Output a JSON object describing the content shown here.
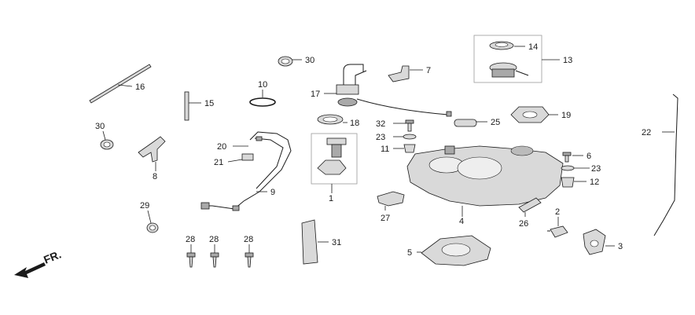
{
  "diagram": {
    "direction_label": "FR.",
    "callouts": {
      "c1": "1",
      "c2": "2",
      "c3": "3",
      "c4": "4",
      "c5": "5",
      "c6": "6",
      "c7": "7",
      "c8": "8",
      "c9": "9",
      "c10": "10",
      "c11": "11",
      "c12": "12",
      "c13": "13",
      "c14": "14",
      "c15": "15",
      "c16": "16",
      "c17": "17",
      "c18": "18",
      "c19": "19",
      "c20": "20",
      "c21": "21",
      "c22": "22",
      "c23a": "23",
      "c23b": "23",
      "c25": "25",
      "c26": "26",
      "c27": "27",
      "c28a": "28",
      "c28b": "28",
      "c28c": "28",
      "c29": "29",
      "c30a": "30",
      "c30b": "30",
      "c31": "31",
      "c32": "32"
    }
  }
}
